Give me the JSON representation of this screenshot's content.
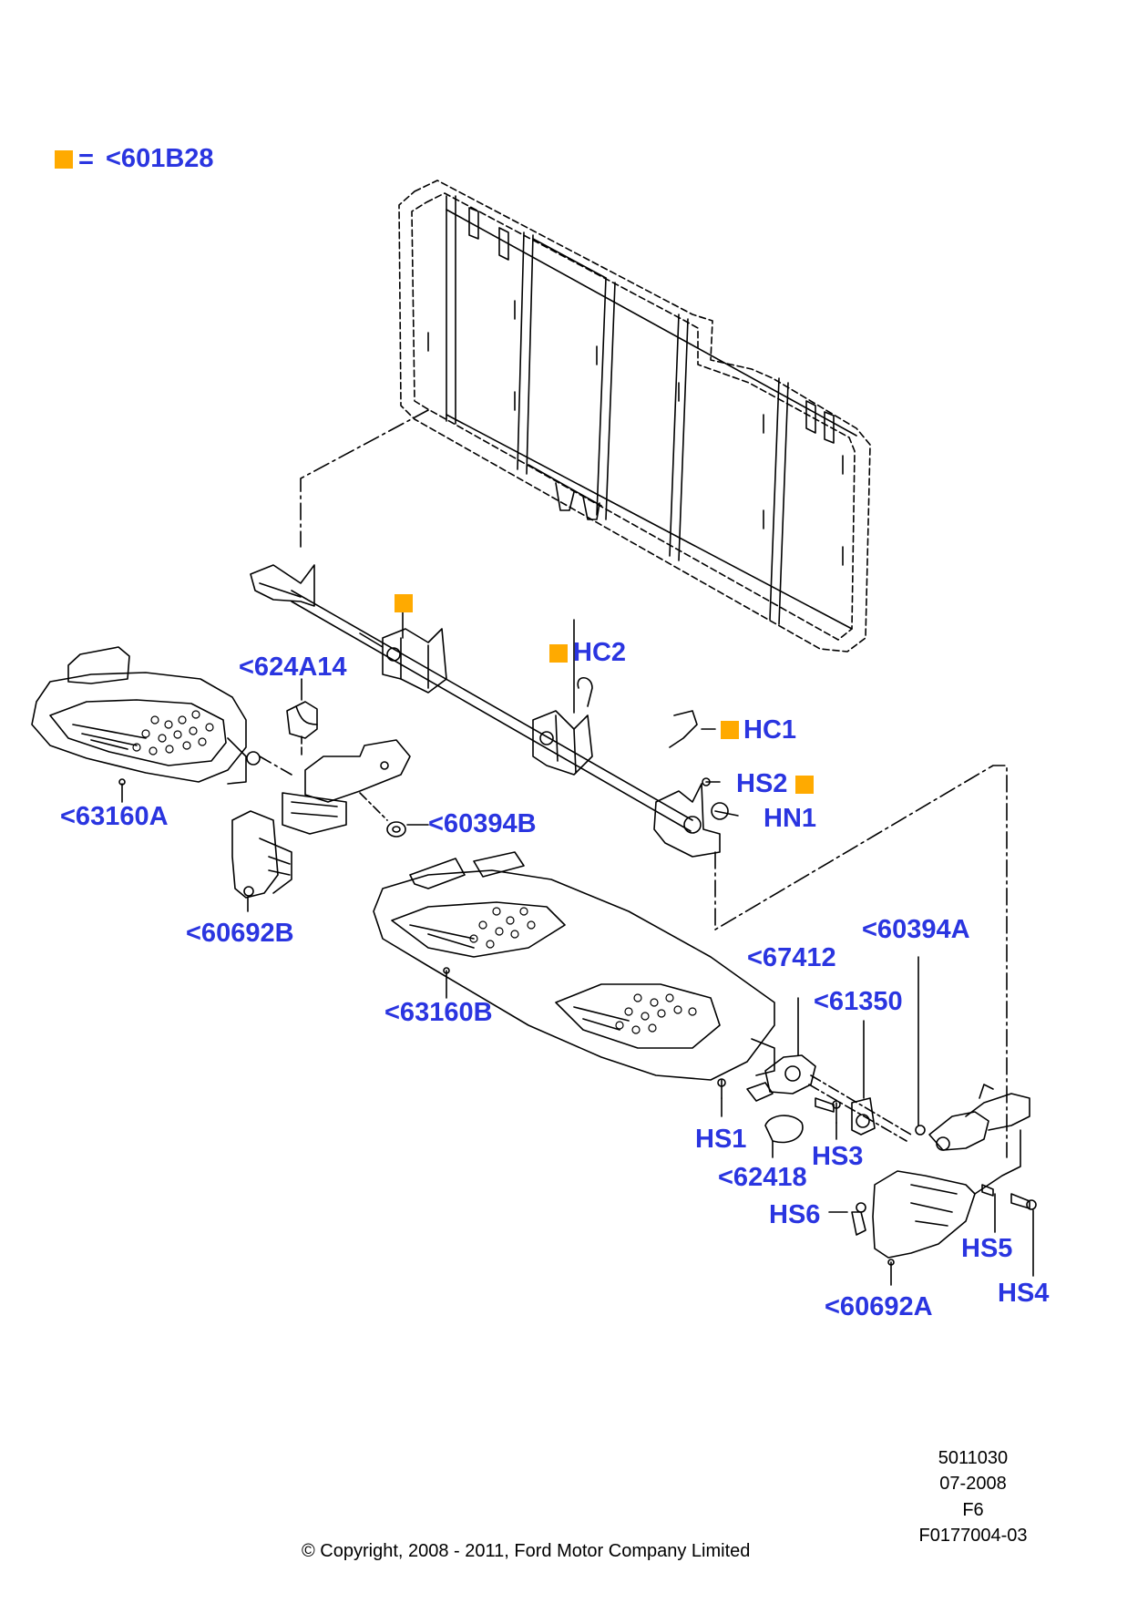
{
  "colors": {
    "label": "#2a35e0",
    "marker": "#ffaa00",
    "line": "#000000",
    "background": "#ffffff"
  },
  "legend": {
    "equals": "=",
    "part": "<601B28"
  },
  "callouts": {
    "c624A14": "<624A14",
    "hc2": "HC2",
    "hc1": "HC1",
    "hs2": "HS2",
    "hn1": "HN1",
    "c63160A": "<63160A",
    "c60394B": "<60394B",
    "c60692B": "<60692B",
    "c63160B": "<63160B",
    "c60394A": "<60394A",
    "c67412": "<67412",
    "c61350": "<61350",
    "hs1": "HS1",
    "hs3": "HS3",
    "c62418": "<62418",
    "hs6": "HS6",
    "hs5": "HS5",
    "hs4": "HS4",
    "c60692A": "<60692A"
  },
  "footer": {
    "code": "5011030",
    "date": "07-2008",
    "sheet": "F6",
    "ref": "F0177004-03",
    "copyright": "© Copyright, 2008 - 2011, Ford Motor Company Limited"
  }
}
